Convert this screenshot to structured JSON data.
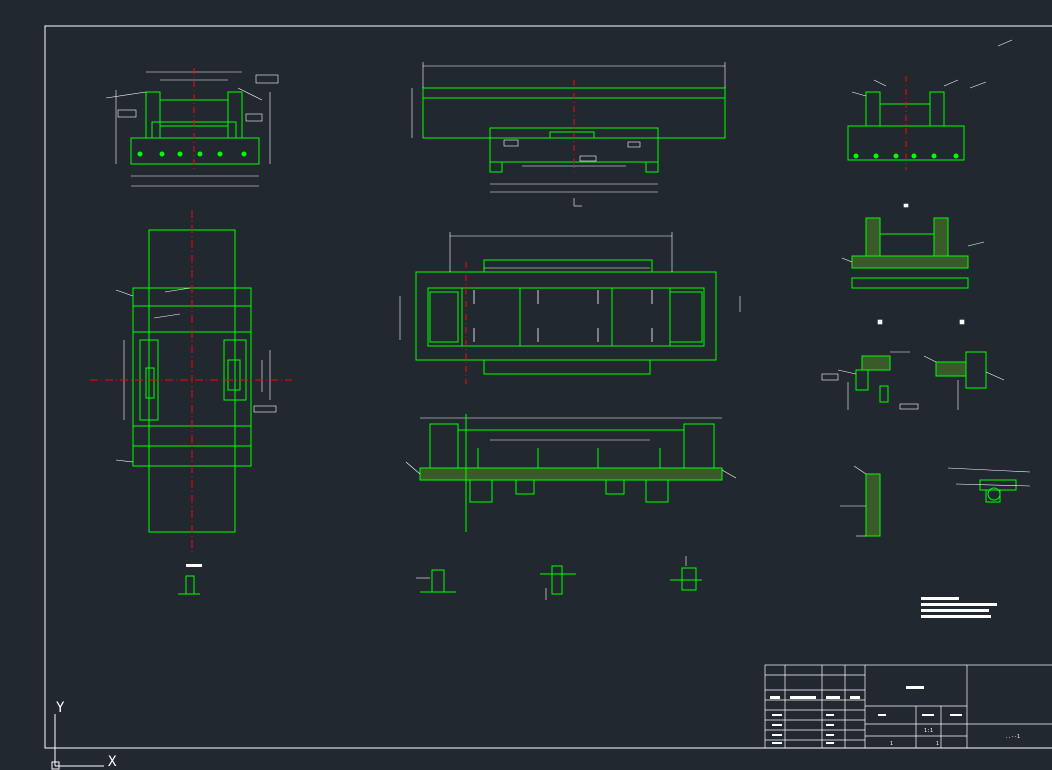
{
  "axes": {
    "y_label": "Y",
    "x_label": "X"
  },
  "title_block": {
    "scale_label": "1:1",
    "sheet_label": "1",
    "sheet_total_label": "1",
    "drawing_no": "..--1"
  },
  "colors": {
    "background": "#212830",
    "frame": "#ffffff",
    "outline": "#00ff00",
    "centerline": "#ff0000",
    "dimension": "#ffffff"
  },
  "views": [
    "top-left-section",
    "left-plan-view",
    "top-center-elevation",
    "center-plan-view",
    "center-section",
    "bottom-details",
    "right-section-1",
    "right-section-2",
    "right-details",
    "right-bottom-details"
  ]
}
